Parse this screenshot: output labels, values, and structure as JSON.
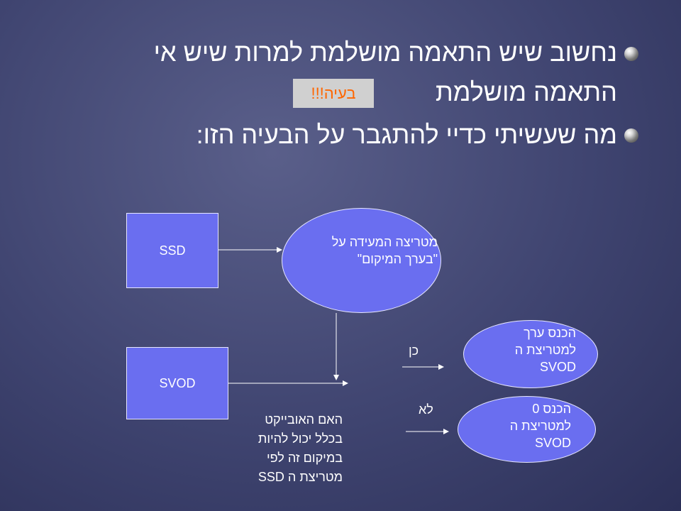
{
  "bullets": [
    {
      "line1": "נחשוב שיש התאמה מושלמת למרות שיש אי",
      "line2": "התאמה מושלמת"
    },
    {
      "line1": "מה שעשיתי כדיי להתגבר על הבעיה הזו:"
    }
  ],
  "callout": "בעיה!!!",
  "diagram": {
    "ssd_box": "SSD",
    "svod_box": "SVOD",
    "matrix_ellipse": {
      "line1": "מטריצה המעידה על",
      "line2": "\"בערך המיקום\""
    },
    "yes_ellipse": {
      "line1": "הכנס ערך",
      "line2": "למטריצת ה",
      "line3": "SVOD"
    },
    "no_ellipse": {
      "line1": "הכנס 0",
      "line2": "למטריצת ה",
      "line3": "SVOD"
    },
    "yes_label": "כן",
    "no_label": "לא",
    "question": {
      "line1": "האם האובייקט",
      "line2": "בכלל יכול להיות",
      "line3": "במיקום זה לפי",
      "line4": "מטריצת ה SSD"
    }
  },
  "colors": {
    "shape_fill": "#6a6ef0",
    "callout_text": "#ff6600",
    "callout_bg": "#d0d0d0"
  }
}
